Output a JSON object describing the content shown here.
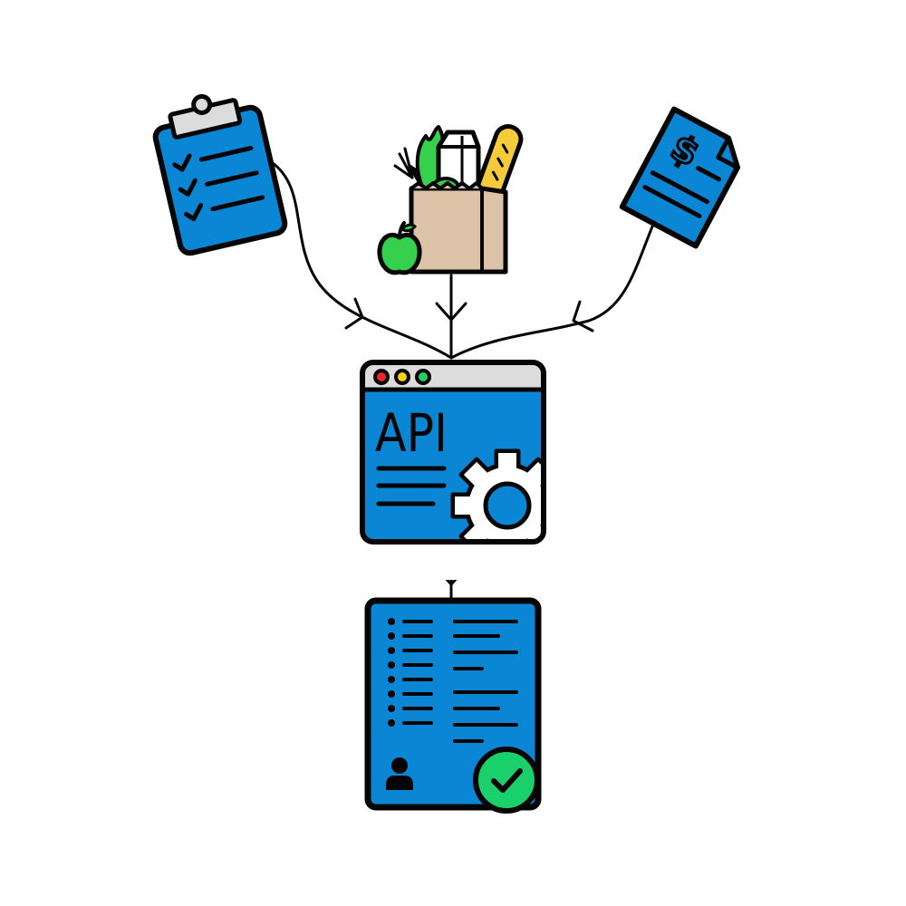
{
  "colors": {
    "primary_blue": "#0a86d4",
    "outline": "#050505",
    "window_bar": "#dcdcdc",
    "dot_red": "#e8262b",
    "dot_yellow": "#f2d30f",
    "dot_green": "#1fcf6a",
    "bag": "#dcc3a8",
    "apple_green": "#35d14d",
    "carrot": "#f2741d",
    "bread": "#f5cb3a",
    "check_badge": "#19d06b"
  },
  "nodes": {
    "checklist": {
      "icon": "clipboard-checklist-icon"
    },
    "groceries": {
      "icon": "grocery-bag-icon"
    },
    "invoice": {
      "icon": "dollar-document-icon"
    },
    "api": {
      "icon": "api-window-gear-icon",
      "label": "API"
    },
    "result": {
      "icon": "approved-list-document-icon"
    }
  },
  "edges": [
    {
      "from": "checklist",
      "to": "api"
    },
    {
      "from": "groceries",
      "to": "api"
    },
    {
      "from": "invoice",
      "to": "api"
    },
    {
      "from": "api",
      "to": "result"
    }
  ]
}
